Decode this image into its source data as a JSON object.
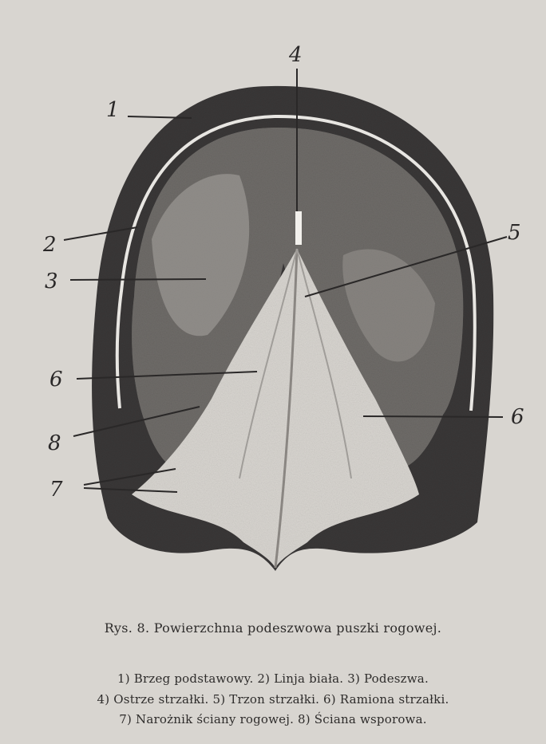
{
  "figure": {
    "callouts": [
      "1",
      "2",
      "3",
      "4",
      "5",
      "6",
      "6",
      "7",
      "8"
    ]
  },
  "caption": {
    "title": "Rys. 8. Powierzchnıa podeszwowa puszki rogowej.",
    "legend_line_1": "1) Brzeg podstawowy. 2) Linja biała. 3) Podeszwa.",
    "legend_line_2": "4) Ostrze strzałki. 5) Trzon strzałki. 6) Ramiona strzałki.",
    "legend_line_3": "7) Narożnik ściany rogowej. 8) Ściana wsporowa."
  }
}
